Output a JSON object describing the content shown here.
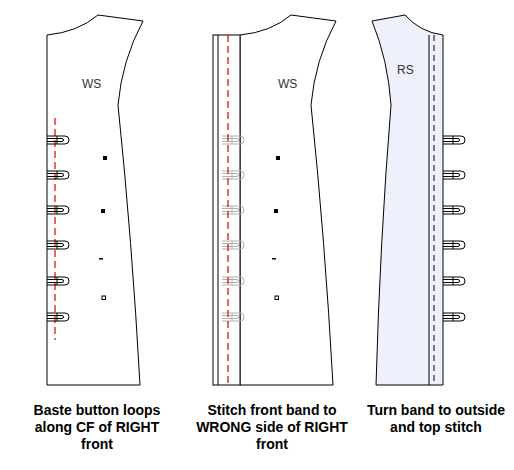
{
  "diagram": {
    "nodes": [
      {
        "text": [
          "WS"
        ]
      },
      {
        "text": [
          "WS"
        ]
      },
      {
        "text": [
          "RS"
        ]
      }
    ],
    "labels": [
      "Baste button loops along CF of RIGHT front",
      "Stitch front band to WRONG side of RIGHT front",
      "Turn band to outside and top stitch"
    ]
  }
}
